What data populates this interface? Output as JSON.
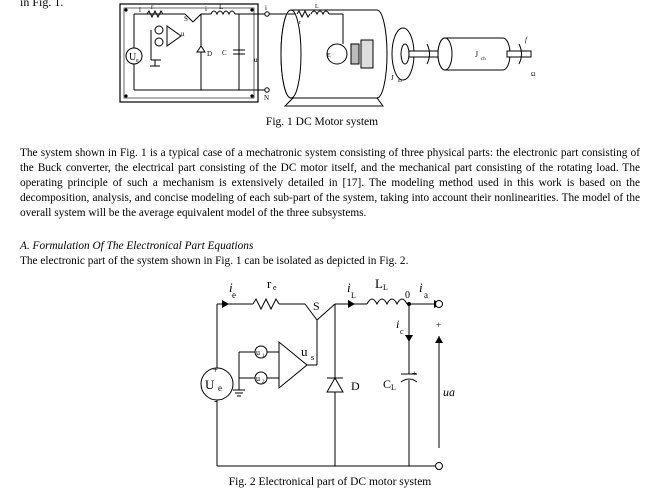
{
  "top_stub": "in Fig. 1.",
  "fig1": {
    "caption": "Fig. 1 DC Motor system",
    "labels": {
      "ue": "U",
      "ue_sub": "e",
      "ie": "i",
      "re": "r",
      "s": "S",
      "il": "i",
      "ll": "L",
      "ia": "i",
      "ra": "r",
      "la": "L",
      "emf": "E",
      "d": "D",
      "cl": "C",
      "ua": "u",
      "n": "N",
      "us": "u",
      "jm": "J",
      "jm_sub": "m",
      "jch": "J",
      "jch_sub": "ch",
      "f": "f",
      "omega": "Ω"
    }
  },
  "paragraph": "The system shown in Fig. 1 is a typical case of a mechatronic system consisting of three physical parts: the electronic part consisting of the Buck converter, the electrical part consisting of the DC motor itself, and the mechanical part consisting of the rotating load. The operating principle of such a mechanism is extensively detailed in [17]. The modeling method used in this work is based on the decomposition, analysis, and concise modeling of each sub-part of the system, taking into account their nonlinearities. The model of the overall system will be the average equivalent model of the three subsystems.",
  "section_heading": "A.   Formulation Of The Electronical Part Equations",
  "intro_sentence": "The electronic part of the system shown in Fig. 1 can be isolated as depicted in Fig. 2.",
  "fig2": {
    "caption": "Fig. 2 Electronical part of DC motor system",
    "labels": {
      "ie": "i",
      "ie_sub": "e",
      "re": "r",
      "re_sub": "e",
      "s": "S",
      "il": "i",
      "il_sub": "L",
      "ll": "L",
      "ll_sub": "L",
      "node0": "0",
      "ia": "i",
      "ia_sub": "a",
      "ic": "i",
      "ic_sub": "c",
      "u1": "u",
      "u1_sub": "1",
      "u2": "u",
      "u2_sub": "2",
      "us": "u",
      "us_sub": "s",
      "ue": "U",
      "ue_sub": "e",
      "d": "D",
      "cl": "C",
      "cl_sub": "L",
      "ua": "ua",
      "plus": "+",
      "minus": "-"
    }
  }
}
